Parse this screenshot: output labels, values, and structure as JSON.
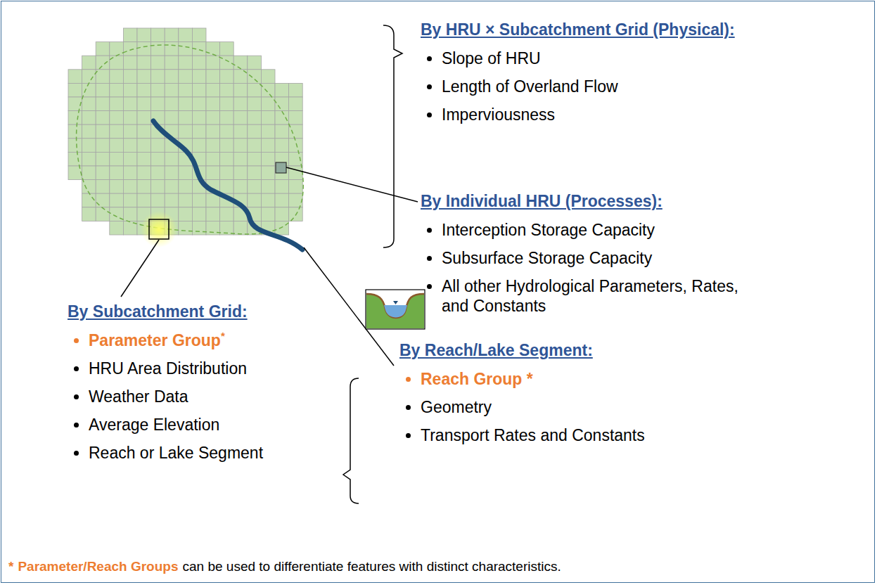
{
  "diagram": {
    "labels": [
      "By HRU × Subcatchment Grid (Physical):",
      "Slope of HRU",
      "Length of Overland Flow",
      "Imperviousness",
      "By Individual HRU (Processes):",
      "Interception Storage Capacity",
      "Subsurface Storage Capacity",
      "All other Hydrological Parameters, Rates, and Constants",
      "By Subcatchment Grid:",
      "Parameter Group",
      "*",
      "HRU Area Distribution",
      "Weather Data",
      "Average Elevation",
      "Reach or Lake Segment",
      "By Reach/Lake Segment:",
      "Reach Group *",
      "Geometry",
      "Transport Rates and Constants",
      "*",
      "Parameter/Reach Groups",
      "can be used to differentiate features with distinct characteristics."
    ]
  }
}
